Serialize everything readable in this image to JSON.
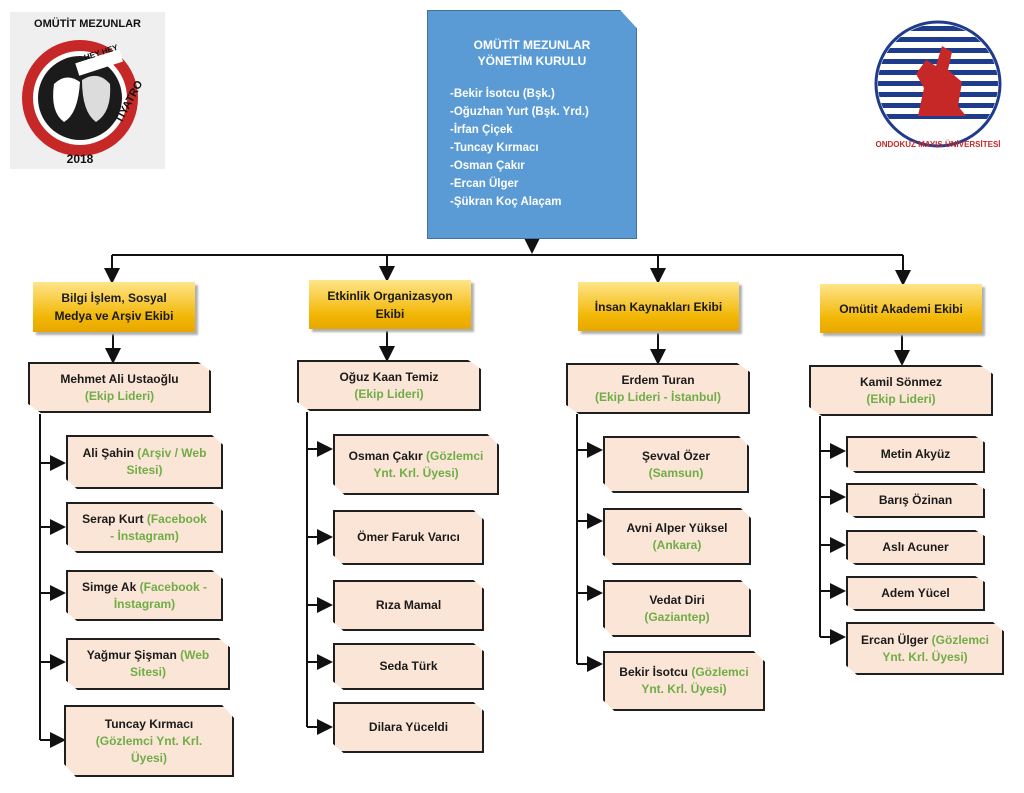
{
  "logos": {
    "left": {
      "top_text": "OMÜTİT MEZUNLAR",
      "badge_text": "HEY HEY",
      "side_text": "TİYATRO",
      "year": "2018"
    },
    "right": {
      "ring_text": "ONDOKUZ MAYIS ÜNİVERSİTESİ"
    }
  },
  "root": {
    "title_line1": "OMÜTİT MEZUNLAR",
    "title_line2": "YÖNETİM KURULU",
    "members": [
      "-Bekir İsotcu (Bşk.)",
      "-Oğuzhan Yurt (Bşk. Yrd.)",
      "-İrfan Çiçek",
      "-Tuncay Kırmacı",
      "-Osman Çakır",
      "-Ercan Ülger",
      "-Şükran Koç Alaçam"
    ]
  },
  "teams": [
    {
      "label_line1": "Bilgi İşlem, Sosyal",
      "label_line2": "Medya ve Arşiv Ekibi",
      "leader": {
        "name": "Mehmet Ali Ustaoğlu",
        "role": "(Ekip Lideri)"
      },
      "members": [
        {
          "name": "Ali Şahin",
          "note_inline": "(Arşiv / Web",
          "note_next": "Sitesi)"
        },
        {
          "name": "Serap Kurt",
          "note_inline": "(Facebook",
          "note_next": "- İnstagram)"
        },
        {
          "name": "Simge Ak",
          "note_inline": "(Facebook -",
          "note_next": "İnstagram)"
        },
        {
          "name": "Yağmur Şişman",
          "note_inline": "(Web",
          "note_next": "Sitesi)"
        },
        {
          "name": "Tuncay Kırmacı",
          "note_inline": "",
          "note_next": "(Gözlemci Ynt. Krl.",
          "note_last": "Üyesi)"
        }
      ]
    },
    {
      "label_line1": "Etkinlik Organizasyon",
      "label_line2": "Ekibi",
      "leader": {
        "name": "Oğuz Kaan Temiz",
        "role": "(Ekip Lideri)"
      },
      "members": [
        {
          "name": "Osman Çakır",
          "note_inline": "(Gözlemci",
          "note_next": "Ynt. Krl. Üyesi)"
        },
        {
          "name": "Ömer Faruk Varıcı"
        },
        {
          "name": "Rıza Mamal"
        },
        {
          "name": "Seda Türk"
        },
        {
          "name": "Dilara Yüceldi"
        }
      ]
    },
    {
      "label_line1": "İnsan Kaynakları Ekibi",
      "label_line2": "",
      "leader": {
        "name": "Erdem Turan",
        "role": "(Ekip Lideri - İstanbul)"
      },
      "members": [
        {
          "name": "Şevval Özer",
          "note_next": "(Samsun)"
        },
        {
          "name": "Avni Alper Yüksel",
          "note_next": "(Ankara)"
        },
        {
          "name": "Vedat Diri",
          "note_next": "(Gaziantep)"
        },
        {
          "name": "Bekir İsotcu",
          "note_inline": "(Gözlemci",
          "note_next": "Ynt. Krl. Üyesi)"
        }
      ]
    },
    {
      "label_line1": "Omütit Akademi Ekibi",
      "label_line2": "",
      "leader": {
        "name": "Kamil Sönmez",
        "role": "(Ekip Lideri)"
      },
      "members": [
        {
          "name": "Metin Akyüz"
        },
        {
          "name": "Barış Özinan"
        },
        {
          "name": "Aslı Acuner"
        },
        {
          "name": "Adem Yücel"
        },
        {
          "name": "Ercan Ülger",
          "note_inline": "(Gözlemci",
          "note_next": "Ynt. Krl. Üyesi)"
        }
      ]
    }
  ],
  "colors": {
    "root_fill": "#5b9bd5",
    "team_fill": "#f2b705",
    "card_fill": "#fbe5d6",
    "note_text": "#70ad47"
  }
}
